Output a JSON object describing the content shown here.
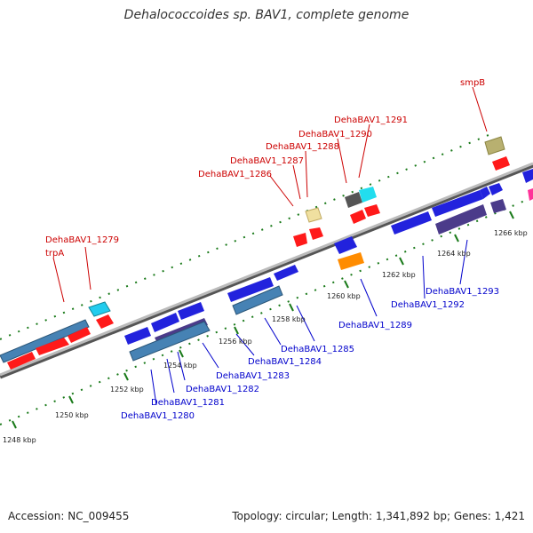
{
  "title": "Dehalococcoides sp. BAV1, complete genome",
  "footer": {
    "accession": "Accession: NC_009455",
    "topology": "Topology: circular; Length: 1,341,892 bp; Genes: 1,421"
  },
  "colors": {
    "forward_label": "#cc0000",
    "reverse_label": "#0000cc",
    "ruler": "#1a7a1a",
    "backbone": "#888888"
  },
  "ticks": [
    "1248 kbp",
    "1250 kbp",
    "1252 kbp",
    "1254 kbp",
    "1256 kbp",
    "1258 kbp",
    "1260 kbp",
    "1262 kbp",
    "1264 kbp",
    "1266 kbp"
  ],
  "forward_labels": [
    "DehaBAV1_1279",
    "trpA",
    "DehaBAV1_1286",
    "DehaBAV1_1287",
    "DehaBAV1_1288",
    "DehaBAV1_1290",
    "DehaBAV1_1291",
    "smpB"
  ],
  "reverse_labels": [
    "DehaBAV1_1280",
    "DehaBAV1_1281",
    "DehaBAV1_1282",
    "DehaBAV1_1283",
    "DehaBAV1_1284",
    "DehaBAV1_1285",
    "DehaBAV1_1289",
    "DehaBAV1_1292",
    "DehaBAV1_1293"
  ]
}
